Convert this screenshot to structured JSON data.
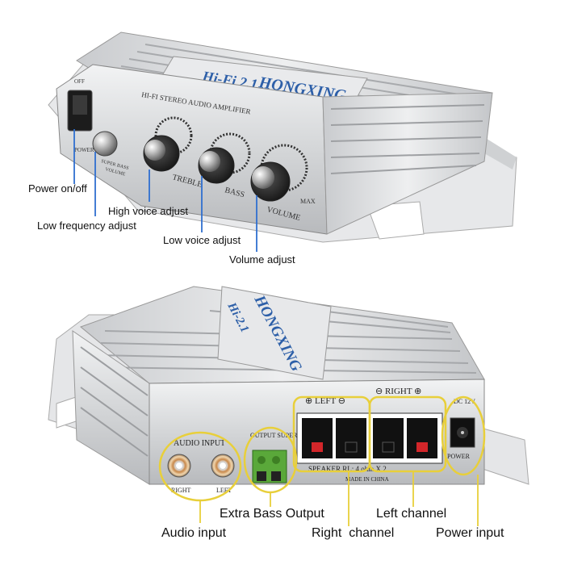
{
  "top_view": {
    "brand": "HONGXING",
    "model": "Hi-Fi 2.1",
    "panel_title": "HI-FI STEREO AUDIO AMPLIFIER",
    "switch_label": "OFF",
    "knob_labels": {
      "power": "POWER",
      "super_bass": "SUPER BASS",
      "volume_small": "VOLUME",
      "treble": "TREBLE",
      "bass": "BASS",
      "volume": "VOLUME",
      "max": "MAX"
    },
    "callouts": {
      "power": "Power on/off",
      "low_frequency": "Low frequency adjust",
      "high_voice": "High voice adjust",
      "low_voice": "Low voice adjust",
      "volume": "Volume adjust"
    }
  },
  "bottom_view": {
    "brand": "HONGXING",
    "model": "Hi-2.1",
    "panel_labels": {
      "left_speaker": "⊕ LEFT ⊖",
      "right_speaker": "⊖ RIGHT ⊕",
      "dc": "DC 12V",
      "audio_input": "AUDIO INPUT",
      "output_superbass": "OUTPUT SUPERBASS",
      "speaker_rating": "SPEAKER   RL: 4 ohm X 2",
      "made_in": "MADE IN CHINA",
      "power": "POWER",
      "rca_right": "RIGHT",
      "rca_left": "LEFT"
    },
    "callouts": {
      "extra_bass": "Extra Bass Output",
      "left_channel": "Left channel",
      "audio_input": "Audio input",
      "right_channel": "Right  channel",
      "power_input": "Power input"
    }
  },
  "colors": {
    "callout_line": "#2f6fd0",
    "highlight_ring": "#e8cf3a",
    "body_silver": "#d9dadc",
    "terminal_green": "#5aa83a",
    "terminal_red": "#d3262a"
  }
}
